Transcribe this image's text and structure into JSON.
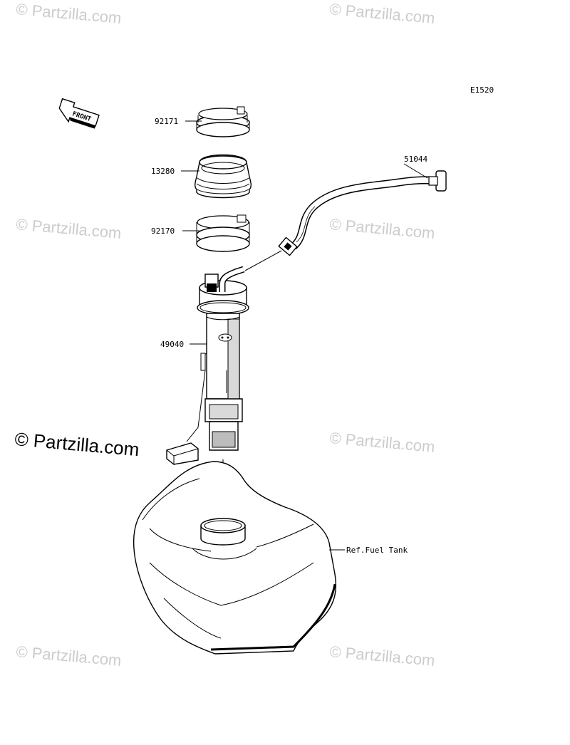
{
  "diagram": {
    "code": "E1520",
    "front_label": "FRONT",
    "parts": [
      {
        "number": "92171"
      },
      {
        "number": "13280"
      },
      {
        "number": "92170"
      },
      {
        "number": "51044"
      },
      {
        "number": "49040"
      }
    ],
    "reference": "Ref.Fuel Tank"
  },
  "watermark": {
    "text": "© Partzilla.com",
    "big_text": "© Partzilla.com"
  }
}
